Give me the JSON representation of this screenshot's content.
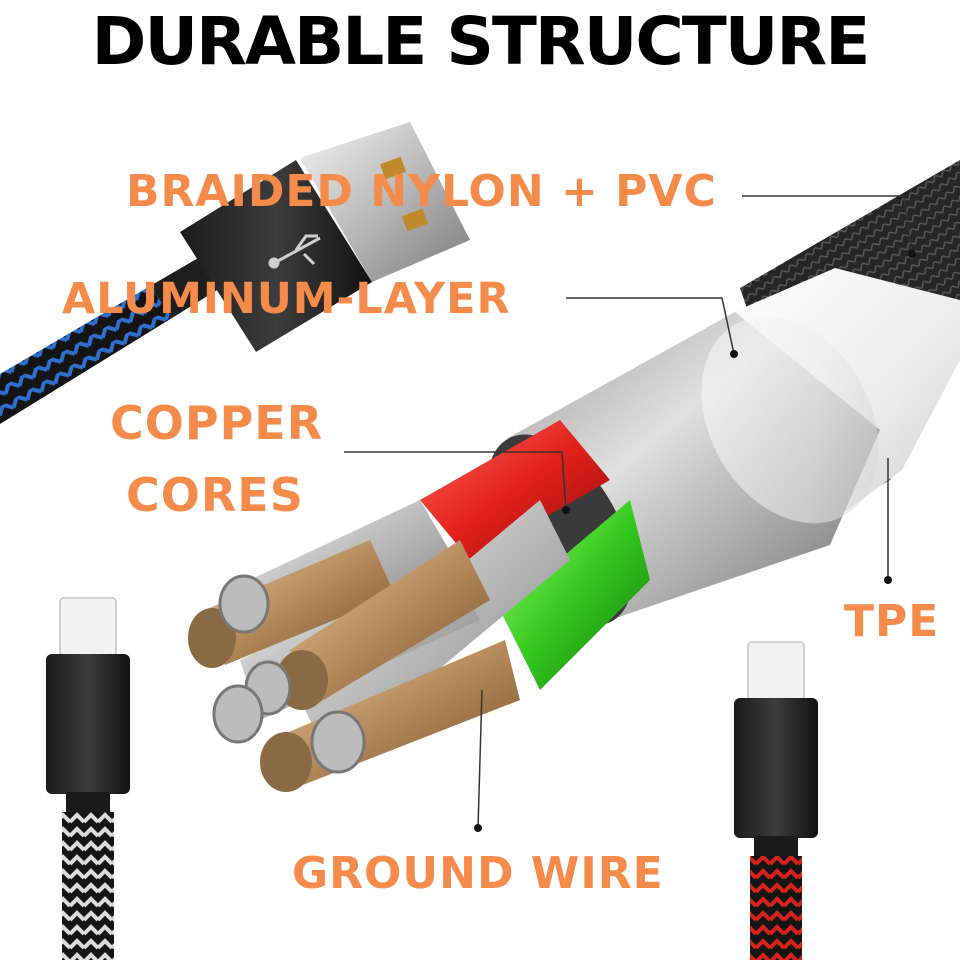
{
  "title": "DURABLE STRUCTURE",
  "labels": {
    "braided": "BRAIDED NYLON + PVC",
    "aluminum": "ALUMINUM-LAYER",
    "copper_line1": "COPPER",
    "copper_line2": "CORES",
    "tpe": "TPE",
    "ground": "GROUND WIRE"
  },
  "colors": {
    "label": "#f58b4b",
    "title": "#000000",
    "braid_blue": "#2f6fd0",
    "braid_red": "#d8231c",
    "core_red": "#e2201b",
    "core_green": "#33c81e",
    "copper": "#b58a5a"
  }
}
